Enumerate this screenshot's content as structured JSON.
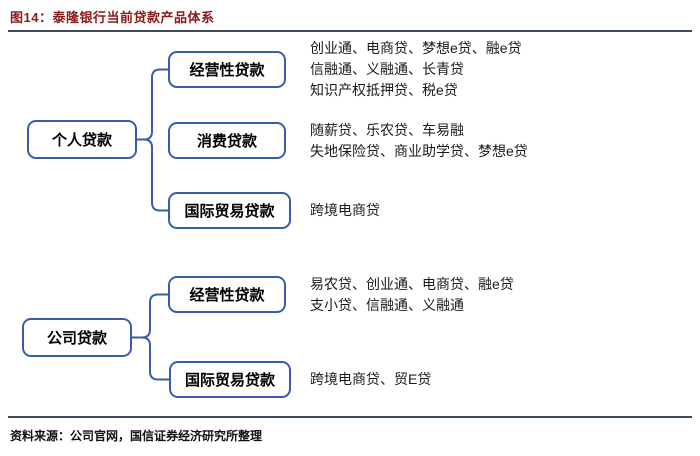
{
  "header": {
    "title": "图14：泰隆银行当前贷款产品体系"
  },
  "tree": {
    "sections": [
      {
        "root": "个人贷款",
        "children": [
          {
            "label": "经营性贷款",
            "products": [
              "创业通、电商贷、梦想e贷、融e贷",
              "信融通、义融通、长青贷",
              "知识产权抵押贷、税e贷"
            ]
          },
          {
            "label": "消费贷款",
            "products": [
              "随薪贷、乐农贷、车易融",
              "失地保险贷、商业助学贷、梦想e贷"
            ]
          },
          {
            "label": "国际贸易贷款",
            "products": [
              "跨境电商贷"
            ]
          }
        ]
      },
      {
        "root": "公司贷款",
        "children": [
          {
            "label": "经营性贷款",
            "products": [
              "易农贷、创业通、电商贷、融e贷",
              "支小贷、信融通、义融通"
            ]
          },
          {
            "label": "国际贸易贷款",
            "products": [
              "跨境电商贷、贸E贷"
            ]
          }
        ]
      }
    ]
  },
  "footer": {
    "source": "资料来源：公司官网，国信证券经济研究所整理"
  },
  "colors": {
    "title": "#8B1A1A",
    "box_border": "#3A5CAD",
    "connector": "#3A5CAD",
    "divider": "#3E4C5E",
    "body_text": "#1A1A1A"
  }
}
